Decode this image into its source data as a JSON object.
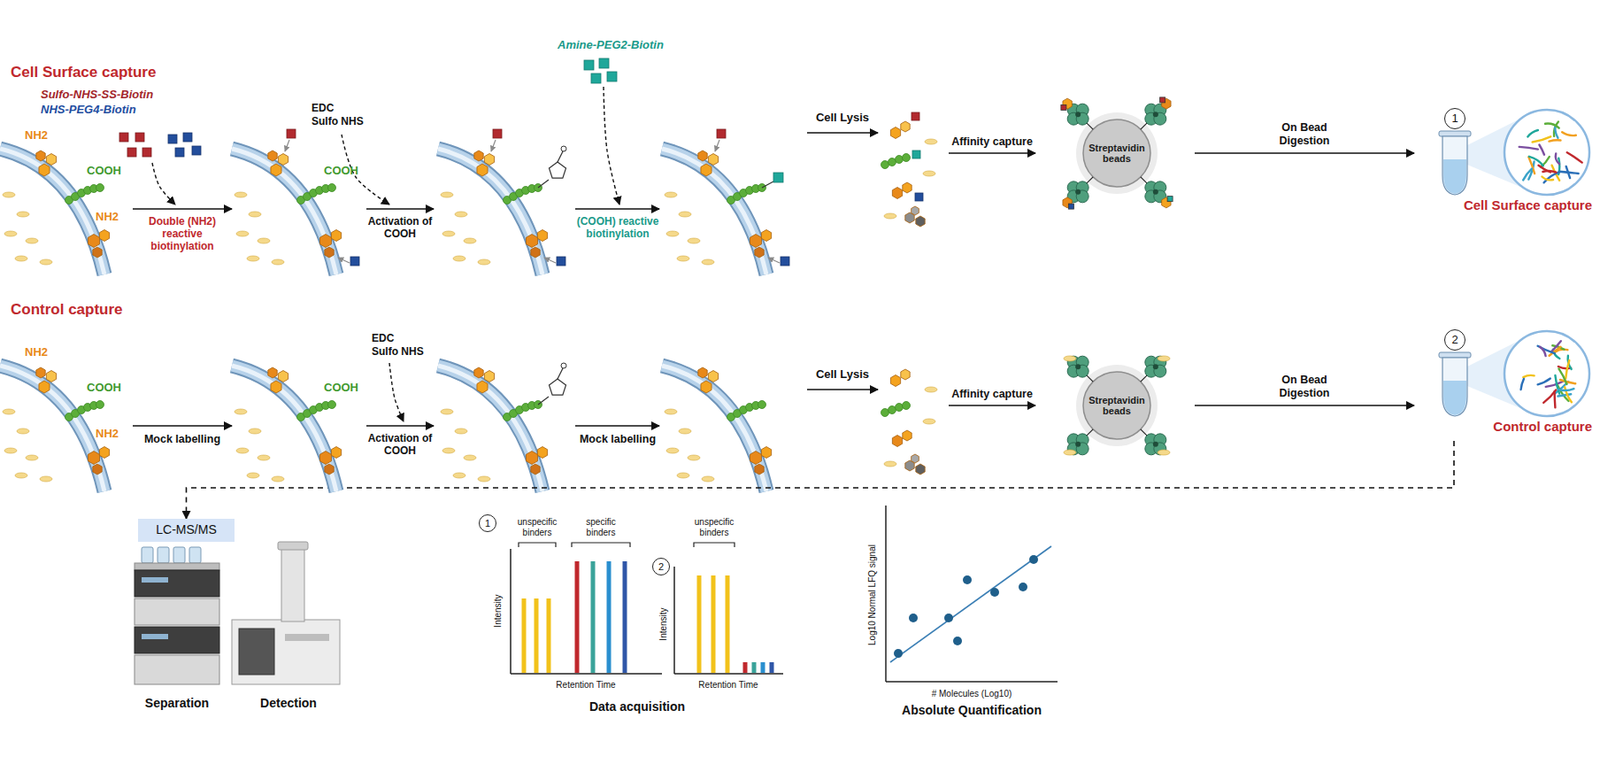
{
  "diagram": {
    "nodes": [
      {
        "text": [
          "NH2",
          "COOH",
          "NH2"
        ]
      },
      {
        "text": [
          "COOH"
        ]
      },
      {
        "text": [
          "Streptavidin beads"
        ]
      },
      {
        "text": [
          "Cell Surface capture"
        ]
      },
      {
        "text": [
          "1"
        ],
        "in": 3
      },
      {
        "text": [
          "NH2",
          "COOH",
          "NH2"
        ]
      },
      {
        "text": [
          "COOH"
        ]
      },
      {
        "text": [
          "Streptavidin beads"
        ]
      },
      {
        "text": [
          "Control capture"
        ]
      },
      {
        "text": [
          "2"
        ],
        "in": 8
      },
      {
        "text": [
          "LC-MS/MS"
        ]
      },
      {
        "text": [
          "1"
        ]
      },
      {
        "text": [
          "2"
        ]
      }
    ],
    "edges": [
      {
        "from": 0,
        "to": 1,
        "arrow": "to"
      },
      {
        "from": 2,
        "to": 3,
        "label": "On Bead Digestion",
        "arrow": "to"
      },
      {
        "from": 5,
        "to": 6,
        "label": "Mock labelling",
        "arrow": "to"
      },
      {
        "from": 7,
        "to": 8,
        "label": "On Bead Digestion",
        "arrow": "to"
      },
      {
        "from": 8,
        "to": 10,
        "arrow": "to"
      }
    ],
    "labels": [
      "Cell Surface capture",
      "Sulfo-NHS-SS-Biotin",
      "NHS-PEG4-Biotin",
      "Double (NH2) reactive biotinylation",
      "EDC",
      "Sulfo NHS",
      "Activation of COOH",
      "Amine-PEG2-Biotin",
      "(COOH) reactive biotinylation",
      "Cell Lysis",
      "Affinity capture",
      "Control capture",
      "EDC",
      "Sulfo NHS",
      "Activation of COOH",
      "Mock labelling",
      "Cell Lysis",
      "Affinity capture",
      "Separation",
      "Detection",
      "unspecific binders",
      "specific binders",
      "Intensity",
      "Retention Time",
      "unspecific binders",
      "Intensity",
      "Retention Time",
      "Data acquisition",
      "Log10 Normal LFQ signal",
      "# Molecules (Log10)",
      "Absolute Quantification"
    ]
  }
}
